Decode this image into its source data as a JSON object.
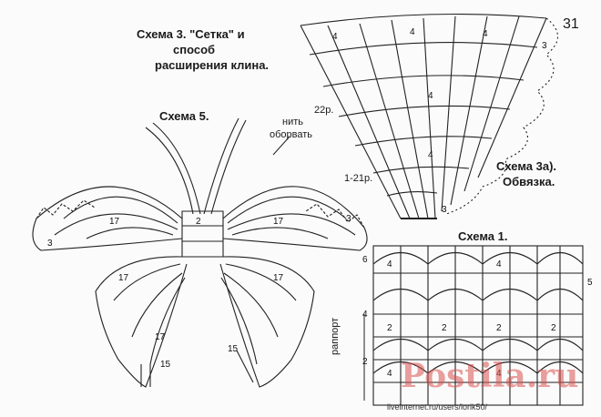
{
  "page_number": "31",
  "scheme3": {
    "title_line1": "Схема 3. \"Сетка\" и",
    "title_line2": "способ",
    "title_line3": "расширения клина.",
    "row_label_top": "22р.",
    "row_label_bottom": "1-21р."
  },
  "scheme3a": {
    "line1": "Схема 3а).",
    "line2": "Обвязка."
  },
  "scheme5": {
    "title": "Схема 5.",
    "note_line1": "нить",
    "note_line2": "оборвать"
  },
  "scheme1": {
    "title": "Схема 1.",
    "rapport_label": "раппорт",
    "row_numbers": [
      "6",
      "4",
      "2"
    ],
    "row_number_right": "5"
  },
  "stitch_numbers": [
    "17",
    "15",
    "4",
    "3",
    "2"
  ],
  "watermark": {
    "text": "Postila.ru",
    "url": "liveinternet.ru/users/lorik50/"
  },
  "colors": {
    "ink": "#1a1a1a",
    "watermark": "#d9534f",
    "paper": "#fbfbfb"
  }
}
